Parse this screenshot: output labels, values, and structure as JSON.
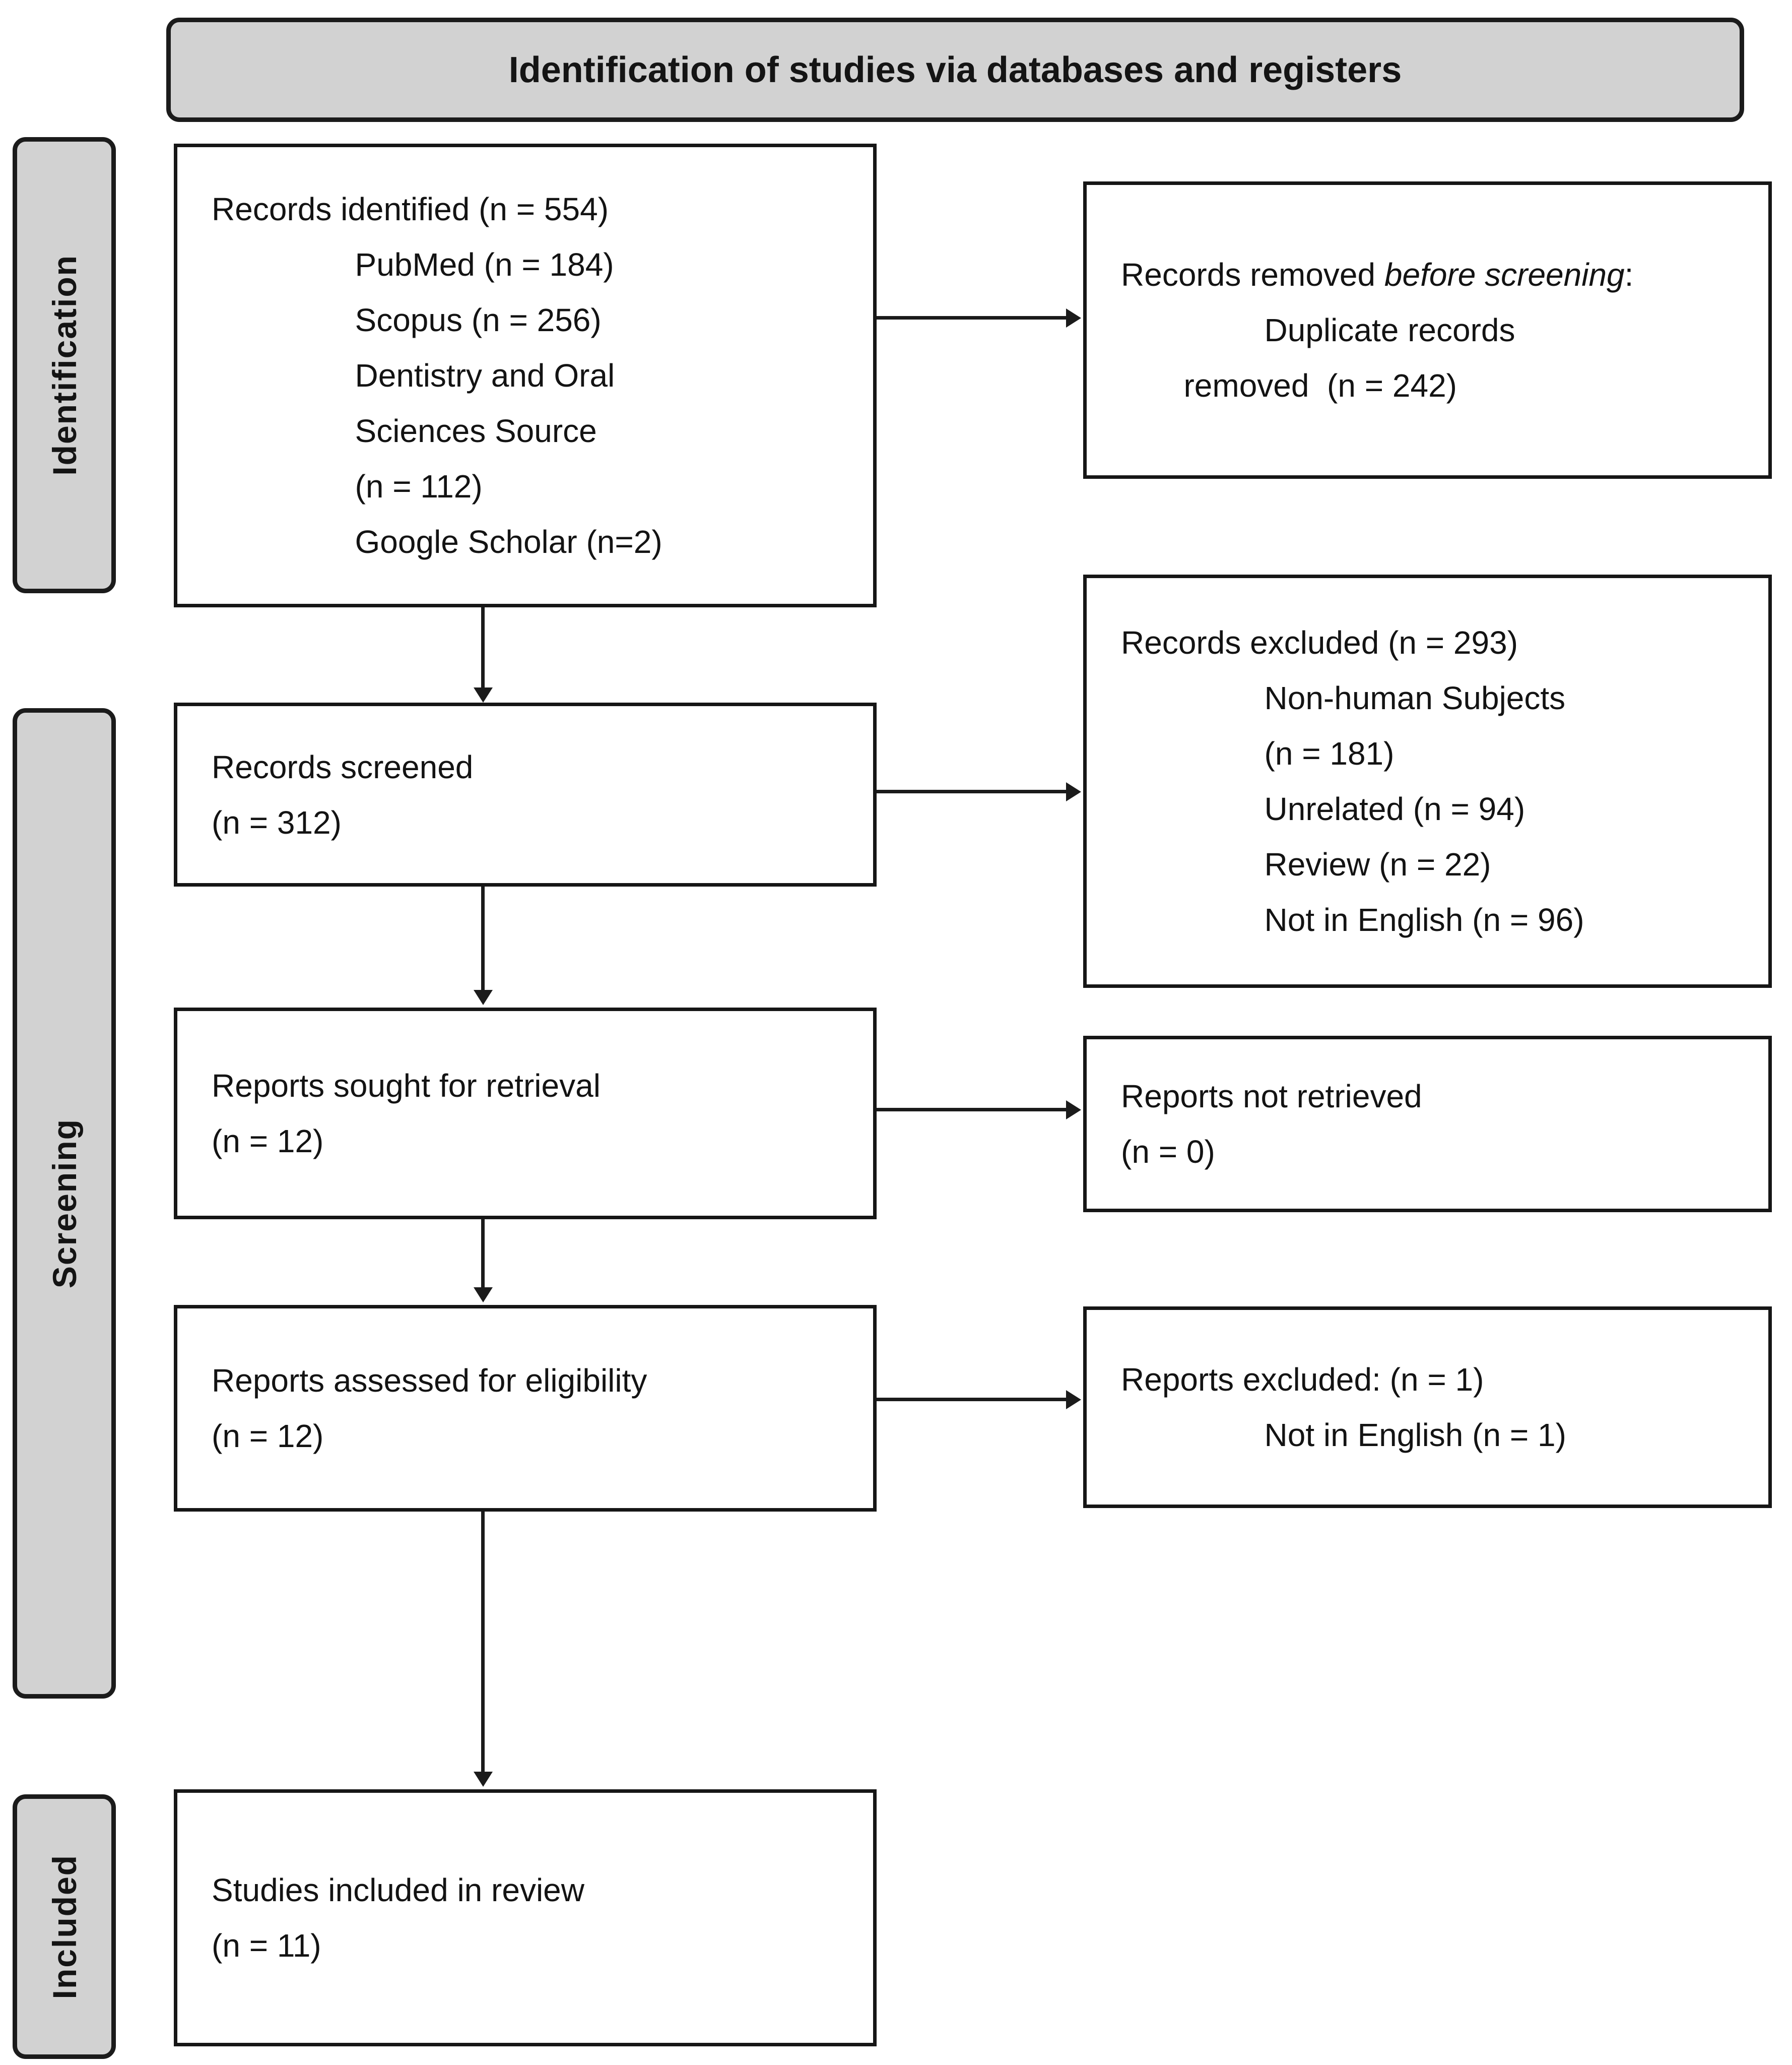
{
  "header": {
    "title": "Identification of studies via databases and registers"
  },
  "sidebar": {
    "identification": "Identification",
    "screening": "Screening",
    "included": "Included"
  },
  "boxes": {
    "records_identified": {
      "text": "Records identified (n = 554)\n\tPubMed (n = 184)\n\tScopus (n = 256)\n\tDentistry and Oral\n\tSciences Source\n\t(n = 112)\n\tGoogle Scholar (n=2)"
    },
    "records_removed": {
      "prefix": "Records removed ",
      "italic": "before screening",
      "suffix": ":",
      "detail": "\n\tDuplicate records\n       removed  (n = 242)"
    },
    "records_screened": {
      "text": "Records screened\n(n = 312)"
    },
    "records_excluded": {
      "text": "Records excluded (n = 293)\n\tNon-human Subjects\n\t(n = 181)\n\tUnrelated (n = 94)\n\tReview (n = 22)\n\tNot in English (n = 96)"
    },
    "reports_sought": {
      "text": "Reports sought for retrieval\n(n = 12)"
    },
    "reports_not_retrieved": {
      "text": "Reports not retrieved\n(n = 0)"
    },
    "reports_assessed": {
      "text": "Reports assessed for eligibility\n(n = 12)"
    },
    "reports_excluded": {
      "text": "Reports excluded: (n = 1)\n\tNot in English (n = 1)"
    },
    "studies_included": {
      "text": "Studies included in review\n(n = 11)"
    }
  },
  "colors": {
    "panel_fill": "#d2d2d2",
    "border": "#1b1b1b",
    "background": "#ffffff",
    "text": "#131313"
  }
}
